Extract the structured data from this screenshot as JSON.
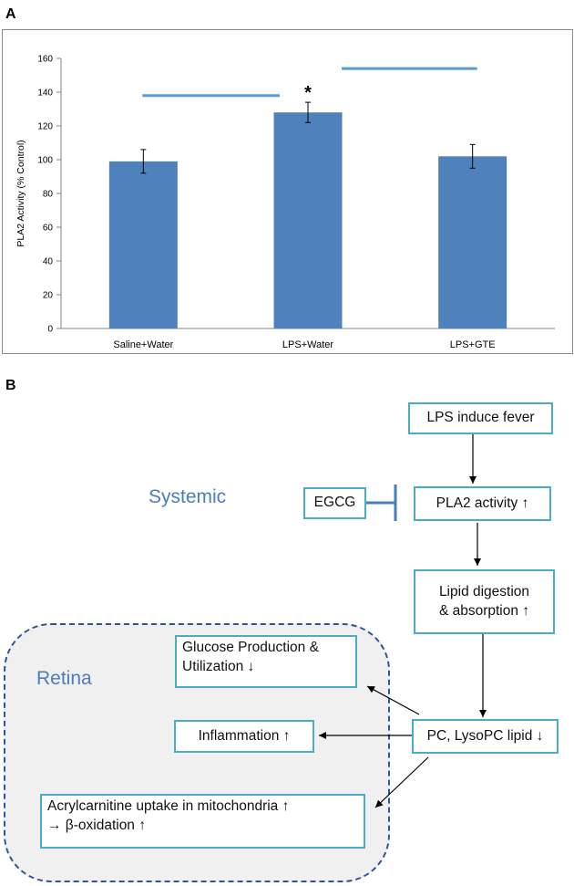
{
  "panels": {
    "a": "A",
    "b": "B"
  },
  "chart_data": {
    "type": "bar",
    "categories": [
      "Saline+Water",
      "LPS+Water",
      "LPS+GTE"
    ],
    "values": [
      99,
      128,
      102
    ],
    "errors": [
      7,
      6,
      7
    ],
    "ylabel": "PLA2 Activity (% Control)",
    "ylim": [
      0,
      160
    ],
    "yticks": [
      0,
      20,
      40,
      60,
      80,
      100,
      120,
      140,
      160
    ],
    "grid": false,
    "bar_color": "#4f81bd",
    "annotation": "*",
    "significance_line_color": "#5b9bd5"
  },
  "diagram": {
    "systemic_label": "Systemic",
    "retina_label": "Retina",
    "lps_fever": "LPS induce fever",
    "egcg": "EGCG",
    "pla2_activity": "PLA2 activity ↑",
    "lipid_line1": "Lipid digestion",
    "lipid_line2": "& absorption ↑",
    "pc_lysopc": "PC, LysoPC lipid ↓",
    "glucose_line1": "Glucose Production &",
    "glucose_line2": "Utilization ↓",
    "inflammation": "Inflammation ↑",
    "acyl_line1": "Acrylcarnitine uptake in mitochondria ↑",
    "acyl_line2": "→ β-oxidation ↑",
    "box_border_color": "#4bacc6",
    "label_color": "#4a7ebb"
  }
}
